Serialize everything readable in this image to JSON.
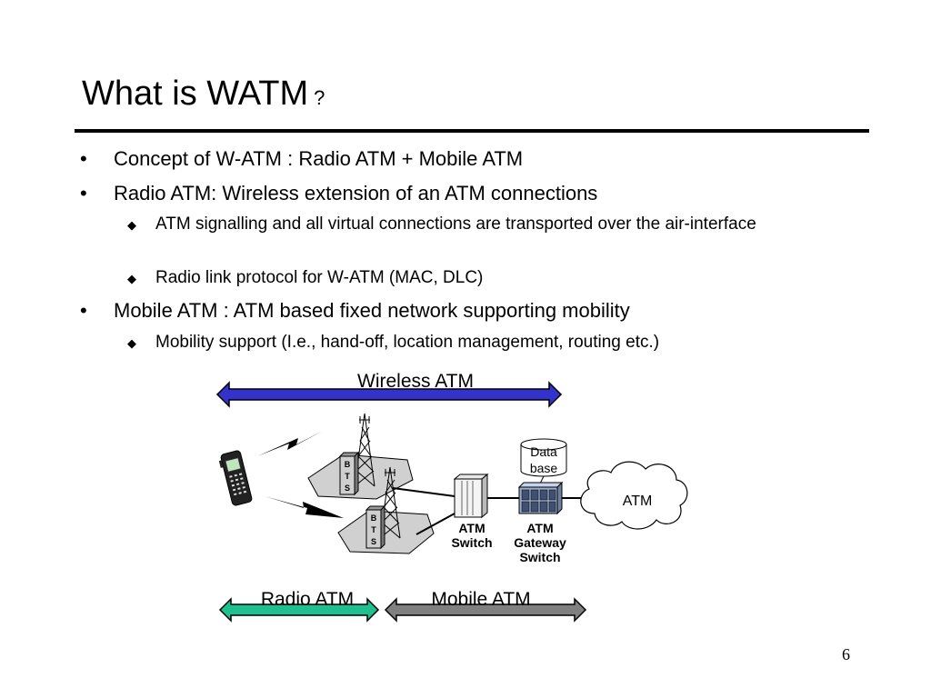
{
  "slide": {
    "title": "What is WATM",
    "title_suffix": "?",
    "page_number": "6"
  },
  "bullets": {
    "b1": "Concept of W-ATM : Radio ATM + Mobile ATM",
    "b2": "Radio ATM: Wireless extension of an ATM connections",
    "b2_sub1": "ATM signalling and all virtual connections are transported over the air-interface",
    "b2_sub2": "Radio link protocol for W-ATM (MAC, DLC)",
    "b3": "Mobile ATM : ATM based fixed network supporting mobility",
    "b3_sub1": "Mobility support (I.e., hand-off, location management, routing etc.)"
  },
  "diagram": {
    "wireless_atm_label": "Wireless ATM",
    "radio_atm_label": "Radio ATM",
    "mobile_atm_label": "Mobile ATM",
    "bts_letters": [
      "B",
      "T",
      "S"
    ],
    "database_label_1": "Data",
    "database_label_2": "base",
    "atm_cloud_label": "ATM",
    "atm_switch_label_1": "ATM",
    "atm_switch_label_2": "Switch",
    "gateway_label_1": "ATM",
    "gateway_label_2": "Gateway",
    "gateway_label_3": "Switch",
    "colors": {
      "wireless_arrow": "#3333cc",
      "radio_arrow": "#1fbf8f",
      "mobile_arrow": "#808080"
    }
  }
}
